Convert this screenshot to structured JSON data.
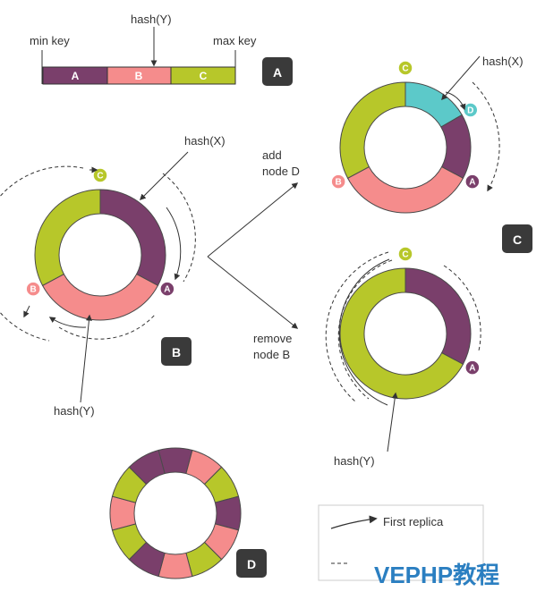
{
  "colors": {
    "A": "#7a3f6b",
    "B": "#f58c8c",
    "C": "#b7c72a",
    "D": "#5cc9c9",
    "badge": "#3a3a3a"
  },
  "key_range": {
    "min_label": "min key",
    "max_label": "max key",
    "hash_label": "hash(Y)",
    "segments": [
      "A",
      "B",
      "C"
    ]
  },
  "panels": {
    "A": "A",
    "B": "B",
    "C": "C",
    "D": "D"
  },
  "ring_b": {
    "hash_x": "hash(X)",
    "hash_y": "hash(Y)",
    "nodes": [
      "C",
      "A",
      "B"
    ]
  },
  "transitions": {
    "add": [
      "add",
      "node D"
    ],
    "remove": [
      "remove",
      "node B"
    ]
  },
  "ring_add": {
    "hash_x": "hash(X)",
    "nodes": [
      "C",
      "D",
      "A",
      "B"
    ]
  },
  "ring_remove": {
    "hash_y": "hash(Y)",
    "nodes": [
      "C",
      "A"
    ]
  },
  "legend": {
    "first_replica": "First replica"
  },
  "watermark": "VEPHP教程"
}
